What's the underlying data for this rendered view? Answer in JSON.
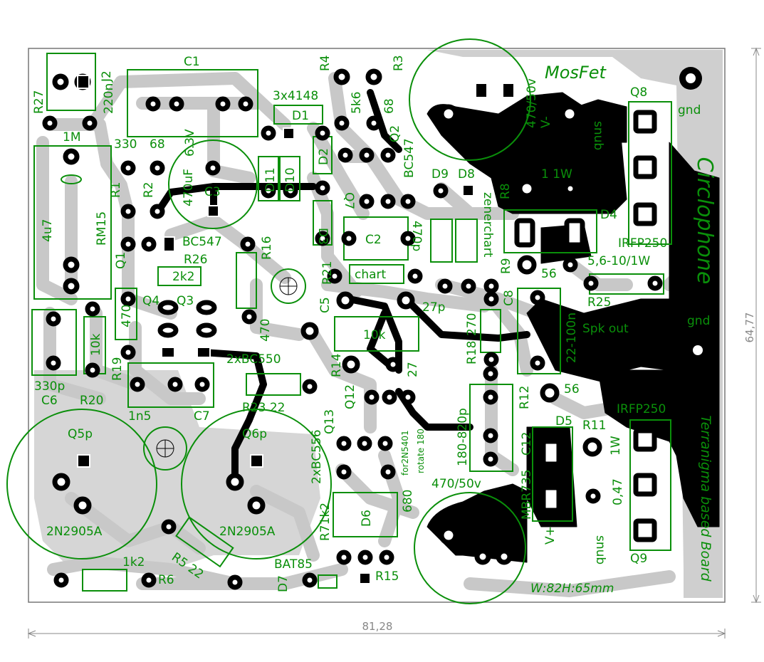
{
  "colors": {
    "background": "#ffffff",
    "board": "#ffffff",
    "trace": "#c8c8c8",
    "copper": "#000000",
    "silk": "#0a8f0a",
    "dimension": "#888888"
  },
  "board": {
    "title": "Circlophone",
    "subtitle": "Terranigma based Board",
    "size_note": "W:82H:65mm",
    "brand": "MosFet",
    "width_dim": "81,28",
    "height_dim": "64,77"
  },
  "labels": {
    "c1": "C1",
    "j2": "J2",
    "r27": "R27",
    "c220n": "220n",
    "r1m": "1M",
    "r4": "R4",
    "r3": "R3",
    "d1ann": "3x4148",
    "d1": "D1",
    "v5k6": "5k6",
    "v68a": "68",
    "c470_50a": "470/50v",
    "vminus": "V-",
    "snub": "snub",
    "q8": "Q8",
    "gnd1": "gnd",
    "v330": "330",
    "v68b": "68",
    "c63v": "6.3V",
    "q2": "Q2",
    "bc547a": "BC547",
    "d2": "D2",
    "d11": "D11",
    "d10": "D10",
    "d9": "D9",
    "d8": "D8",
    "r8": "R8",
    "w1": "1 1W",
    "r1": "R1",
    "r2": "R2",
    "c470uf": "470uF",
    "c3": "C3",
    "ind": "4u7",
    "rm15": "RM15",
    "q7": "Q7",
    "d3": "D3",
    "c2": "C2",
    "c470p": "470p",
    "zener": "zenerchart",
    "d4": "D4",
    "irfp250a": "IRFP250",
    "bc547b": "BC547",
    "q1": "Q1",
    "r26": "R26",
    "v2k2": "2k2",
    "r16": "R16",
    "r21": "R21",
    "chart": "chart",
    "r9": "R9",
    "v56a": "56",
    "r56w": "5,6-10/1W",
    "v470a": "470",
    "q4": "Q4",
    "q3": "Q3",
    "v470b": "470",
    "c5": "C5",
    "c27p": "27p",
    "c8": "C8",
    "r25": "R25",
    "v270": "270",
    "r18": "R18",
    "v22n": "22-100n",
    "spk": "Spk out",
    "gnd2": "gnd",
    "v10ka": "10k",
    "v10kb": "10k",
    "bc550": "2xBC550",
    "r14": "R14",
    "v27": "27",
    "r19": "R19",
    "c330p": "330p",
    "c6": "C6",
    "r20": "R20",
    "c1n5": "1n5",
    "c7": "C7",
    "r23": "R23 22",
    "q12": "Q12",
    "v180p": "180-820p",
    "r12": "R12",
    "v56b": "56",
    "irfp250b": "IRFP250",
    "q5p": "Q5p",
    "q6p": "Q6p",
    "q13": "Q13",
    "bc556": "2xBC556",
    "for5401": "for2N5401",
    "rot180": "rotate 180",
    "c12": "C12",
    "d5": "D5",
    "r11": "R11",
    "w1b": "1W",
    "mbr": "MBR735",
    "v047": "0,47",
    "c470_50b": "470/50v",
    "r71k2": "R71k2",
    "d6": "D6",
    "v680": "680",
    "vplus": "V+",
    "snub2": "snub",
    "n2905a": "2N2905A",
    "n2905b": "2N2905A",
    "v1k2": "1k2",
    "r5": "R5 22",
    "r6": "R6",
    "bat85": "BAT85",
    "d7": "D7",
    "r15": "R15",
    "q9": "Q9"
  }
}
